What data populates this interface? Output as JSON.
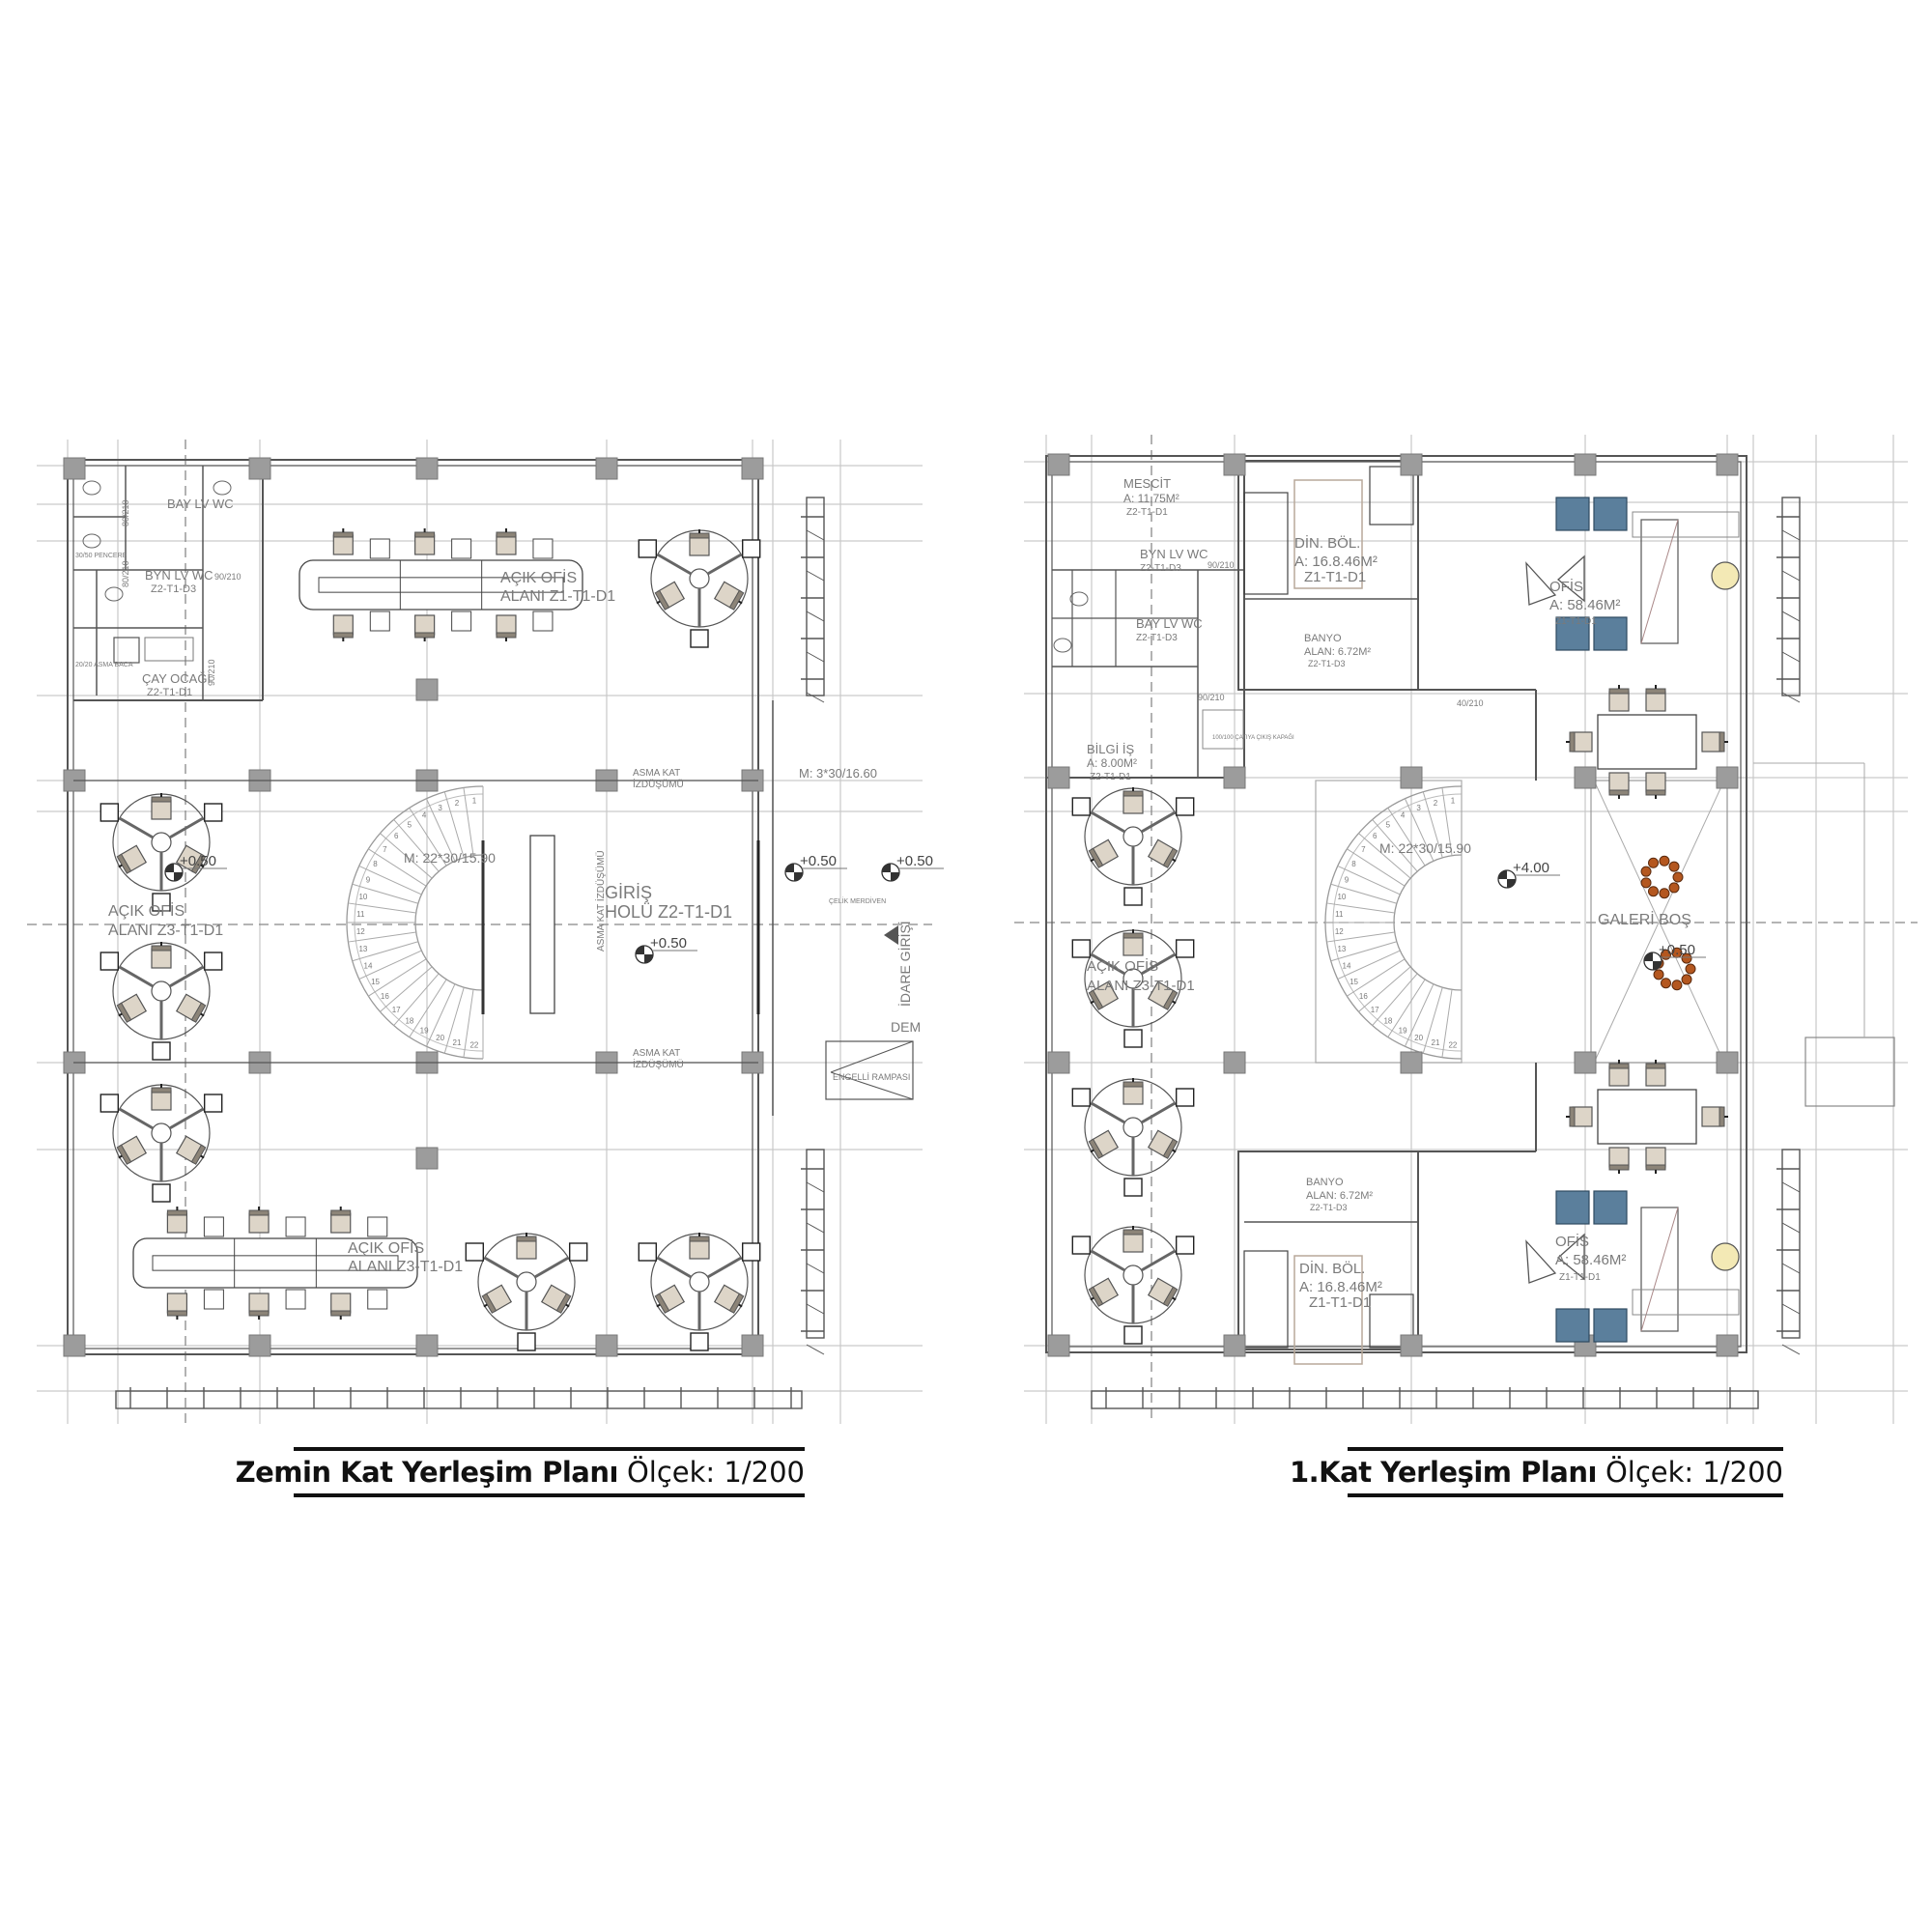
{
  "plans": [
    {
      "id": "ground",
      "title": "Zemin Kat Yerleşim Planı",
      "scale": "Ölçek: 1/200",
      "labels": [
        "BAY LV WC",
        "BYN LV WC",
        "Z2-T1-D3",
        "ÇAY OCAĞI",
        "Z2-T1-D1",
        "AÇIK OFİS",
        "ALANI Z1-T1-D1",
        "AÇIK OFİS",
        "ALANI Z3-T1-D1",
        "AÇIK OFİS",
        "ALANI Z3-T1-D1",
        "GİRİŞ",
        "HOLÜ Z2-T1-D1",
        "ASMA KAT",
        "İZDÜŞÜMÜ",
        "ASMA KAT",
        "İZDÜŞÜMÜ",
        "ASMA KAT İZDÜŞÜMÜ",
        "M: 22*30/15.90",
        "M: 3*30/16.60",
        "İDARE GİRİŞİ",
        "ÇELİK MERDİVEN",
        "ENGELLİ RAMPASI",
        "DEM",
        "80/210",
        "80/210",
        "90/210",
        "90/210",
        "20/20 ASMA BACA",
        "30/50 PENCERE"
      ],
      "levels": [
        "+0.50",
        "+0.50",
        "+0.50",
        "+0.50"
      ]
    },
    {
      "id": "first",
      "title": "1.Kat Yerleşim Planı",
      "scale": "Ölçek: 1/200",
      "labels": [
        "MESCİT",
        "A: 11.75M²",
        "Z2-T1-D1",
        "BYN LV WC",
        "Z2-T1-D3",
        "BAY LV WC",
        "Z2-T1-D3",
        "BİLGİ İŞ",
        "A: 8.00M²",
        "Z2-T1-D1",
        "DİN. BÖL.",
        "A: 16.8.46M²",
        "Z1-T1-D1",
        "BANYO",
        "ALAN: 6.72M²",
        "Z2-T1-D3",
        "OFİS",
        "A: 58.46M²",
        "Z1-T1-D1",
        "M: 22*30/15.90",
        "GALERİ BOŞ",
        "BANYO",
        "ALAN: 6.72M²",
        "Z2-T1-D3",
        "DİN. BÖL.",
        "A: 16.8.46M²",
        "Z1-T1-D1",
        "OFİS",
        "A: 58.46M²",
        "Z1-T1-D1",
        "100/100 ÇATIYA ÇIKIŞ KAPAĞI",
        "90/210",
        "90/210",
        "40/210",
        "AÇIK OFİS",
        "ALANI Z3-T1-D1"
      ],
      "levels": [
        "+4.00",
        "+0.50"
      ]
    }
  ],
  "colors": {
    "wall": "#555555",
    "grid": "#c9c9c9",
    "column": "#9c9c9c",
    "chair": "#ddd5c8",
    "armchair": "#5b7f9c",
    "plant": "#b4571f",
    "lamp": "#f3e9b5"
  }
}
